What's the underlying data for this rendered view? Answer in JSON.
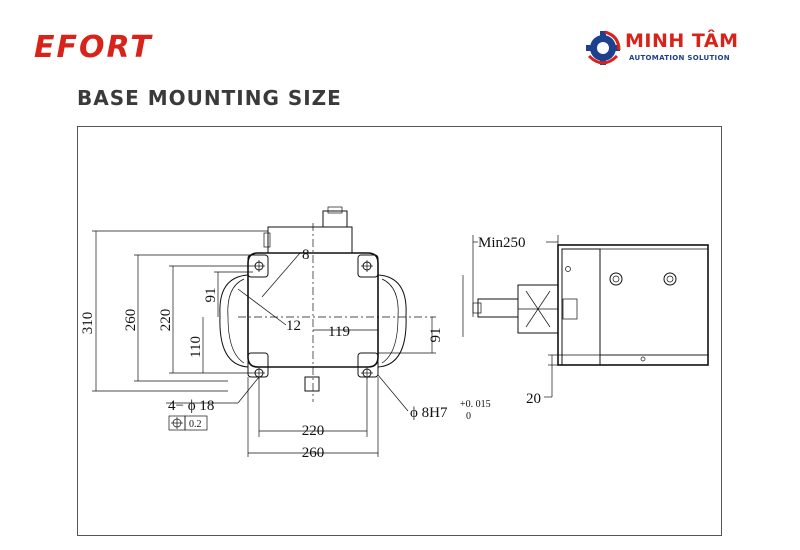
{
  "header": {
    "brand_left": "EFORT",
    "brand_right_name": "MINH TÂM",
    "brand_right_tagline": "AUTOMATION SOLUTION",
    "title": "BASE MOUNTING SIZE"
  },
  "colors": {
    "brand_red": "#d8231b",
    "brand_blue": "#1f3f8f",
    "title_gray": "#3a3a3a"
  },
  "drawing": {
    "dimensions": {
      "height_total": "310",
      "height_outer": "260",
      "height_inner": "220",
      "height_lower": "110",
      "height_upper_91": "91",
      "angle_8": "8",
      "radius_12": "12",
      "offset_119": "119",
      "right_91": "91",
      "width_inner": "220",
      "width_outer": "260",
      "min_clearance": "Min250",
      "side_20": "20"
    },
    "callouts": {
      "holes": "4− ϕ 18",
      "tolerance": "0.2",
      "pin_hole": "ϕ 8H7",
      "pin_tol_upper": "+0. 015",
      "pin_tol_lower": "0"
    }
  }
}
